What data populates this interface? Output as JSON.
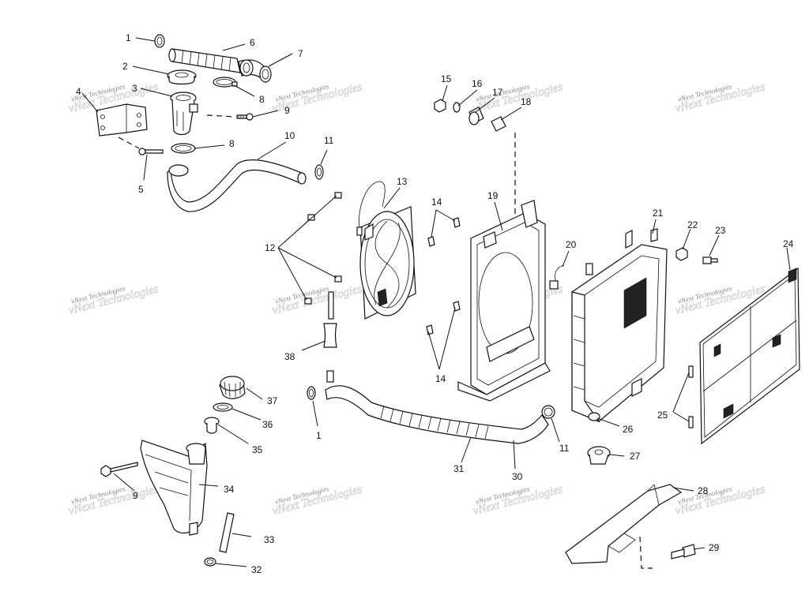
{
  "diagram": {
    "watermark_text": "vNext Technologies",
    "callouts": [
      "1",
      "2",
      "3",
      "4",
      "5",
      "6",
      "7",
      "8",
      "9",
      "10",
      "11",
      "12",
      "13",
      "14",
      "15",
      "16",
      "17",
      "18",
      "19",
      "20",
      "21",
      "22",
      "23",
      "24",
      "25",
      "26",
      "27",
      "28",
      "29",
      "30",
      "31",
      "32",
      "33",
      "34",
      "35",
      "36",
      "37",
      "38"
    ]
  }
}
